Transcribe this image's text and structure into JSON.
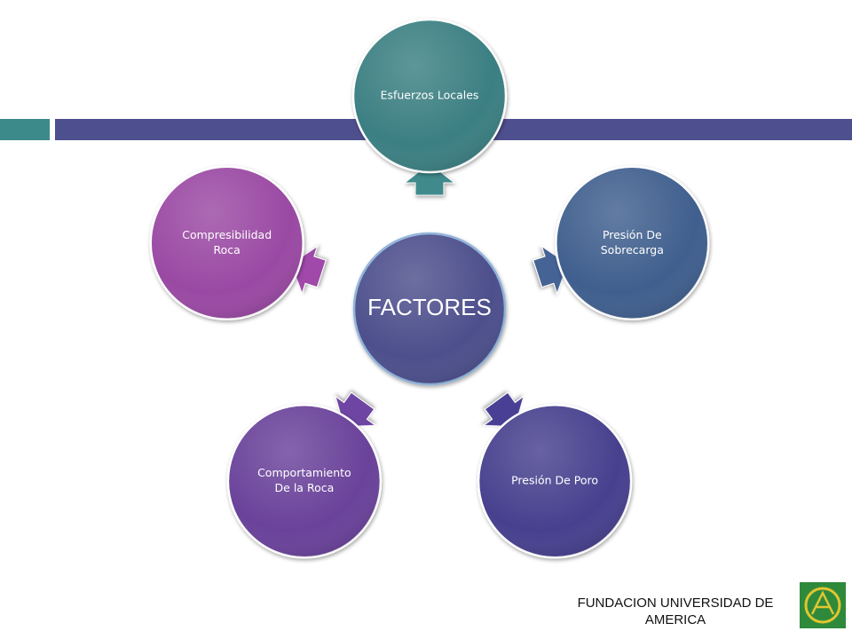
{
  "diagram": {
    "center": {
      "label": "FACTORES",
      "color": "#4d4f8c"
    },
    "nodes": [
      {
        "id": "esfuerzos-locales",
        "lines": [
          "Esfuerzos Locales"
        ],
        "color": "#3a7f82",
        "arrow_color": "#3f8a8c"
      },
      {
        "id": "presion-sobrecarga",
        "lines": [
          "Presión De",
          "Sobrecarga"
        ],
        "color": "#3f5f8e",
        "arrow_color": "#456495"
      },
      {
        "id": "presion-poro",
        "lines": [
          "Presión De Poro"
        ],
        "color": "#463f8e",
        "arrow_color": "#4a3f96"
      },
      {
        "id": "comportamiento-roca",
        "lines": [
          "Comportamiento",
          "De la Roca"
        ],
        "color": "#6a439a",
        "arrow_color": "#6e45a3"
      },
      {
        "id": "compresibilidad-roca",
        "lines": [
          "Compresibilidad",
          "Roca"
        ],
        "color": "#9a4aa3",
        "arrow_color": "#a04aaa"
      }
    ]
  },
  "footer": {
    "line1": "FUNDACION UNIVERSIDAD DE",
    "line2": "AMERICA"
  },
  "logo": {
    "icon": "university-seal-icon",
    "color": "#2e8a3a",
    "ring_color": "#e2c531"
  }
}
